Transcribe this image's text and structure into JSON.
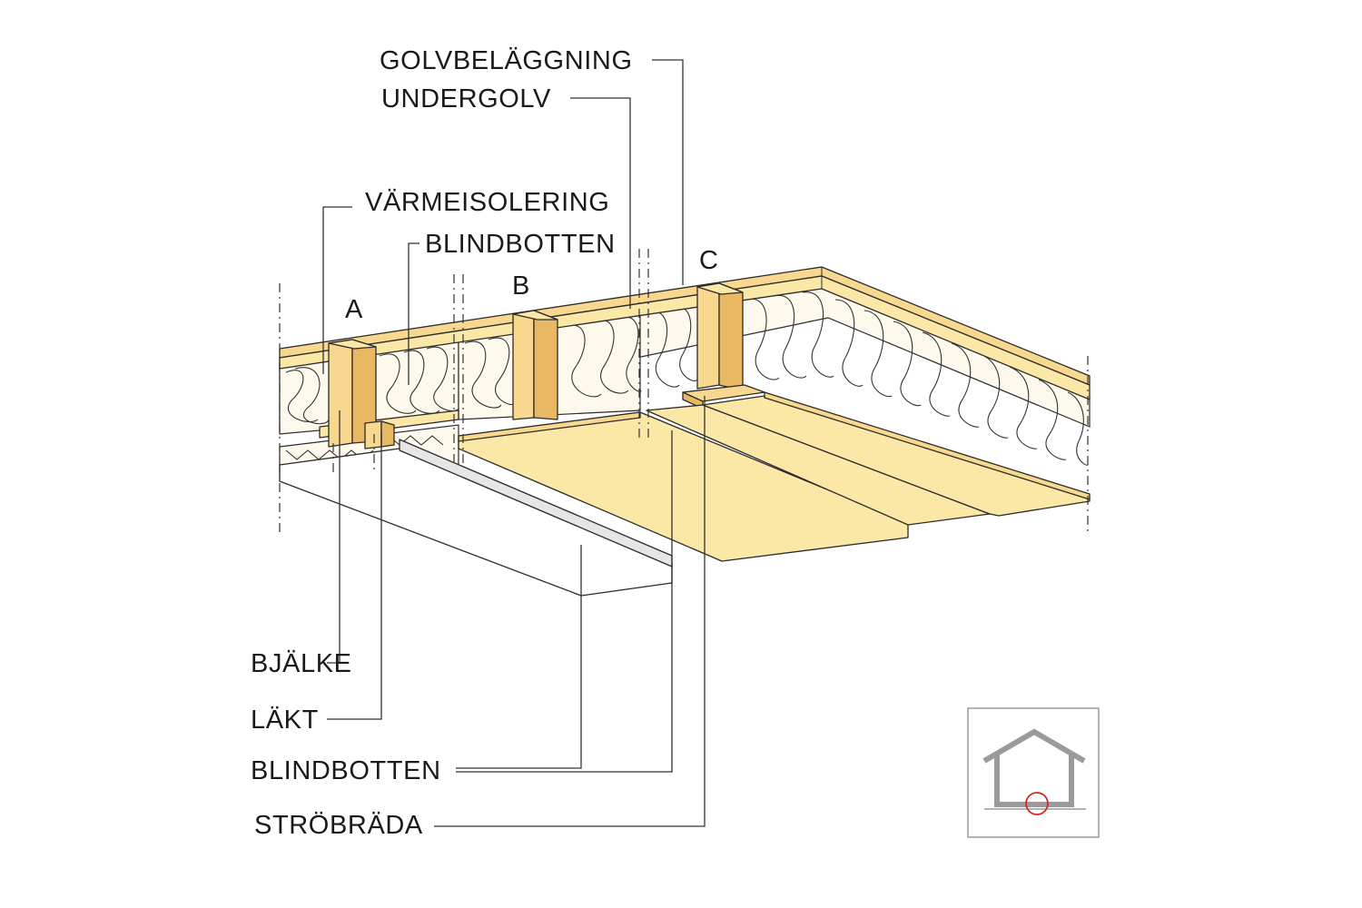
{
  "labels": {
    "golvbelaggning": "GOLVBELÄGGNING",
    "undergolv": "UNDERGOLV",
    "varmeisolering": "VÄRMEISOLERING",
    "blindbotten_top": "BLINDBOTTEN",
    "variant_a": "A",
    "variant_b": "B",
    "variant_c": "C",
    "bjalke": "BJÄLKE",
    "lakt": "LÄKT",
    "blindbotten_bottom": "BLINDBOTTEN",
    "strobrada": "STRÖBRÄDA"
  },
  "colors": {
    "wood": "#f8d88e",
    "wood_dark": "#e9b862",
    "board": "#fbe8a7",
    "wool": "#fdf9ec",
    "plate": "#e6e6e6",
    "marker": "#d62828",
    "house": "#9a9a9a"
  },
  "icons": {
    "house_locator": "house-outline-icon",
    "location_marker": "red-circle-icon"
  }
}
